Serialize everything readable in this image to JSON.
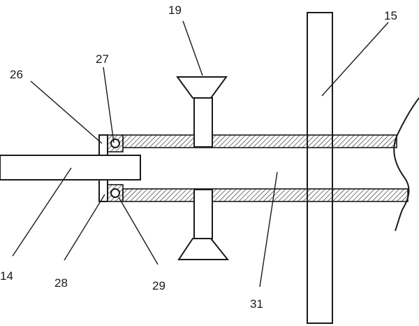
{
  "labels": {
    "l14": "14",
    "l15": "15",
    "l19": "19",
    "l26": "26",
    "l27": "27",
    "l28": "28",
    "l29": "29",
    "l31": "31"
  }
}
